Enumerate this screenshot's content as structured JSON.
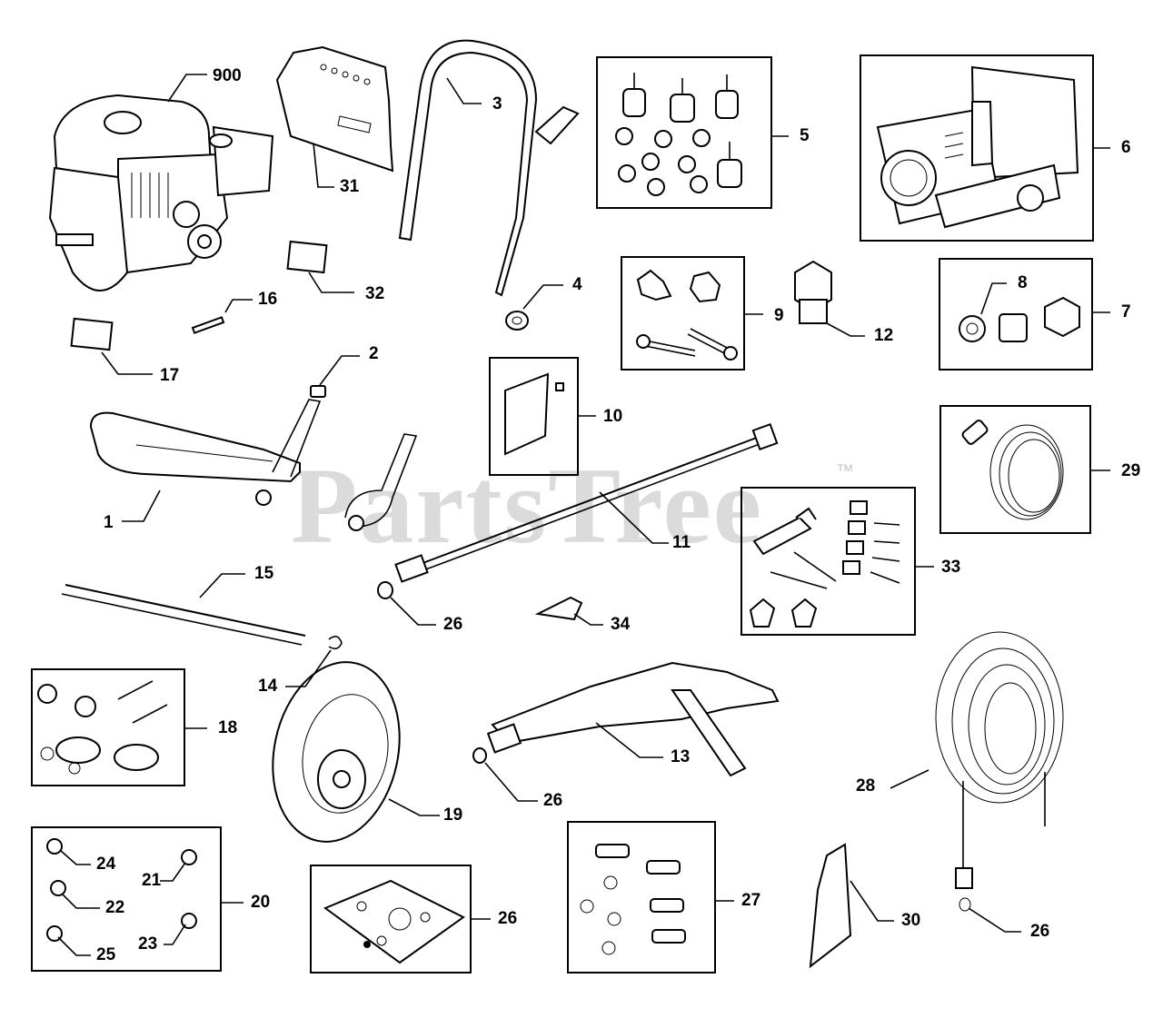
{
  "watermark": {
    "brand": "PartsTree",
    "trademark": "™"
  },
  "labels": {
    "p900": "900",
    "p31": "31",
    "p3": "3",
    "p5": "5",
    "p6": "6",
    "p32": "32",
    "p16": "16",
    "p17": "17",
    "p4": "4",
    "p9": "9",
    "p12": "12",
    "p8": "8",
    "p7": "7",
    "p2": "2",
    "p10": "10",
    "p1": "1",
    "p11": "11",
    "p29": "29",
    "p33": "33",
    "p15": "15",
    "p26a": "26",
    "p34": "34",
    "p14": "14",
    "p18": "18",
    "p13": "13",
    "p19": "19",
    "p26b": "26",
    "p28": "28",
    "p24": "24",
    "p21": "21",
    "p22": "22",
    "p20": "20",
    "p25": "25",
    "p23": "23",
    "p26c": "26",
    "p27": "27",
    "p30": "30",
    "p26d": "26"
  }
}
